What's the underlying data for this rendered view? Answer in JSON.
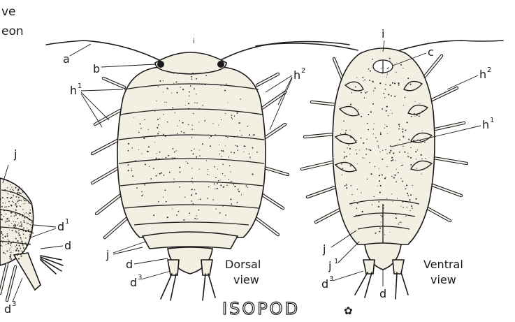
{
  "title": "ISOPOD",
  "title_ornament": "✿",
  "partial_text": [
    "ve",
    "eon"
  ],
  "captions": {
    "dorsal": [
      "Dorsal",
      "view"
    ],
    "ventral": [
      "Ventral",
      "view"
    ]
  },
  "labels": {
    "left": {
      "j": "j",
      "d1": "d",
      "d1_sup": "1",
      "d": "d",
      "d3": "d",
      "d3_sup": "3"
    },
    "dorsal": {
      "a": "a",
      "b": "b",
      "i": "i",
      "h1": "h",
      "h1_sup": "1",
      "h2": "h",
      "h2_sup": "2",
      "j": "j",
      "d": "d",
      "d3": "d",
      "d3_sup": "3"
    },
    "ventral": {
      "i": "i",
      "c": "c",
      "h2": "h",
      "h2_sup": "2",
      "h1": "h",
      "h1_sup": "1",
      "j": "j",
      "j1": "j",
      "j1_sup": "1",
      "d3": "d",
      "d3_sup": "3",
      "d": "d"
    }
  }
}
